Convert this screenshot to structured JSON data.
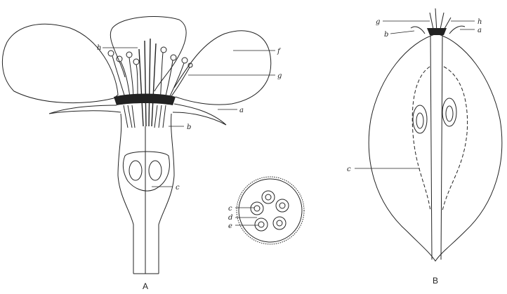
{
  "figure_a": {
    "caption": "A",
    "labels": {
      "h": "h",
      "f": "f",
      "g": "g",
      "a": "a",
      "b": "b",
      "c": "c"
    }
  },
  "cross_section": {
    "labels": {
      "c": "c",
      "d": "d",
      "e": "e"
    }
  },
  "figure_b": {
    "caption": "B",
    "labels": {
      "g": "g",
      "h": "h",
      "b": "b",
      "a": "a",
      "c": "c"
    }
  }
}
